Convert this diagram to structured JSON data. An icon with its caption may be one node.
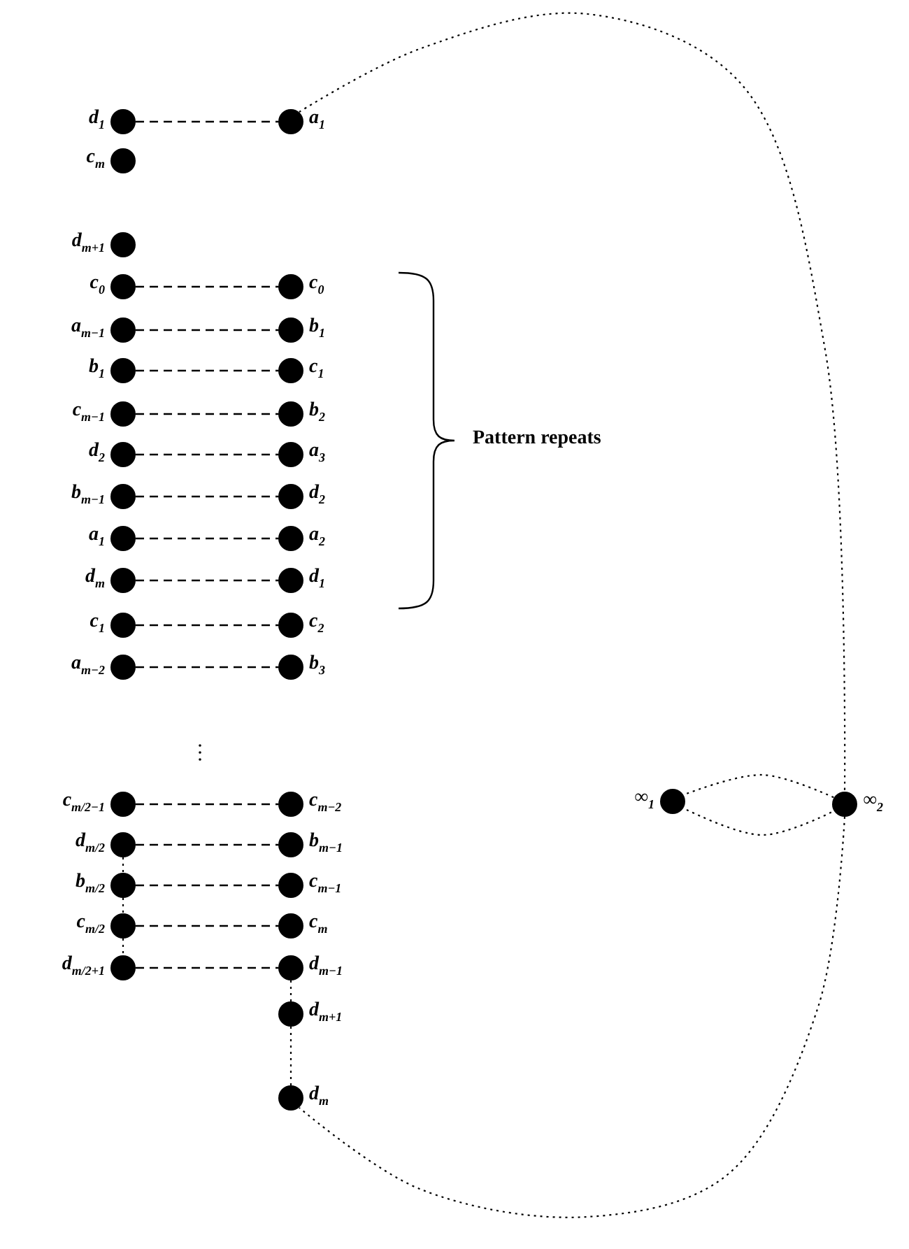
{
  "diagram": {
    "nodes": [
      {
        "text": [
          "d$_{1}$"
        ]
      },
      {
        "text": [
          "a$_{1}$"
        ]
      },
      {
        "text": [
          "c$_{m}$"
        ]
      },
      {
        "text": [
          "d$_{m+1}$"
        ]
      },
      {
        "text": [
          "c$_{0}$"
        ]
      },
      {
        "text": [
          "c$_{0}$"
        ]
      },
      {
        "text": [
          "a$_{m−1}$"
        ]
      },
      {
        "text": [
          "b$_{1}$"
        ]
      },
      {
        "text": [
          "b$_{1}$"
        ]
      },
      {
        "text": [
          "c$_{1}$"
        ]
      },
      {
        "text": [
          "c$_{m−1}$"
        ]
      },
      {
        "text": [
          "b$_{2}$"
        ]
      },
      {
        "text": [
          "d$_{2}$"
        ]
      },
      {
        "text": [
          "a$_{3}$"
        ]
      },
      {
        "text": [
          "b$_{m−1}$"
        ]
      },
      {
        "text": [
          "d$_{2}$"
        ]
      },
      {
        "text": [
          "a$_{1}$"
        ]
      },
      {
        "text": [
          "a$_{2}$"
        ]
      },
      {
        "text": [
          "d$_{m}$"
        ]
      },
      {
        "text": [
          "d$_{1}$"
        ]
      },
      {
        "text": [
          "c$_{1}$"
        ]
      },
      {
        "text": [
          "c$_{2}$"
        ]
      },
      {
        "text": [
          "a$_{m−2}$"
        ]
      },
      {
        "text": [
          "b$_{3}$"
        ]
      },
      {
        "text": [
          "c$_{m/2−1}$"
        ]
      },
      {
        "text": [
          "c$_{m−2}$"
        ]
      },
      {
        "text": [
          "d$_{m/2}$"
        ]
      },
      {
        "text": [
          "b$_{m−1}$"
        ]
      },
      {
        "text": [
          "b$_{m/2}$"
        ]
      },
      {
        "text": [
          "c$_{m−1}$"
        ]
      },
      {
        "text": [
          "c$_{m/2}$"
        ]
      },
      {
        "text": [
          "c$_{m}$"
        ]
      },
      {
        "text": [
          "d$_{m/2+1}$"
        ]
      },
      {
        "text": [
          "d$_{m−1}$"
        ]
      },
      {
        "text": [
          "d$_{m+1}$"
        ]
      },
      {
        "text": [
          "d$_{m}$"
        ]
      },
      {
        "text": [
          "∞$_{1}$"
        ]
      },
      {
        "text": [
          "∞$_{2}$"
        ]
      }
    ],
    "edges": [
      {
        "from": 0,
        "to": 1,
        "arrow": "none",
        "style": "dashed"
      },
      {
        "from": 4,
        "to": 5,
        "arrow": "none",
        "style": "dashed"
      },
      {
        "from": 6,
        "to": 7,
        "arrow": "none",
        "style": "dashed"
      },
      {
        "from": 8,
        "to": 9,
        "arrow": "none",
        "style": "dashed"
      },
      {
        "from": 10,
        "to": 11,
        "arrow": "none",
        "style": "dashed"
      },
      {
        "from": 12,
        "to": 13,
        "arrow": "none",
        "style": "dashed"
      },
      {
        "from": 14,
        "to": 15,
        "arrow": "none",
        "style": "dashed"
      },
      {
        "from": 16,
        "to": 17,
        "arrow": "none",
        "style": "dashed"
      },
      {
        "from": 18,
        "to": 19,
        "arrow": "none",
        "style": "dashed"
      },
      {
        "from": 20,
        "to": 21,
        "arrow": "none",
        "style": "dashed"
      },
      {
        "from": 22,
        "to": 23,
        "arrow": "none",
        "style": "dashed"
      },
      {
        "from": 24,
        "to": 25,
        "arrow": "none",
        "style": "dashed"
      },
      {
        "from": 26,
        "to": 27,
        "arrow": "none",
        "style": "dashed"
      },
      {
        "from": 28,
        "to": 29,
        "arrow": "none",
        "style": "dashed"
      },
      {
        "from": 30,
        "to": 31,
        "arrow": "none",
        "style": "dashed"
      },
      {
        "from": 32,
        "to": 33,
        "arrow": "none",
        "style": "dashed"
      },
      {
        "from": 1,
        "to": 37,
        "arrow": "none"
      },
      {
        "from": 36,
        "to": 37,
        "arrow": "none"
      },
      {
        "from": 36,
        "to": 37,
        "arrow": "none"
      },
      {
        "from": 37,
        "to": 35,
        "arrow": "none"
      },
      {
        "from": 26,
        "to": 28,
        "arrow": "none"
      },
      {
        "from": 28,
        "to": 30,
        "arrow": "none"
      },
      {
        "from": 30,
        "to": 32,
        "arrow": "none"
      },
      {
        "from": 33,
        "to": 34,
        "arrow": "none"
      },
      {
        "from": 34,
        "to": 35,
        "arrow": "none"
      }
    ],
    "labels": [
      "Pattern repeats"
    ]
  }
}
